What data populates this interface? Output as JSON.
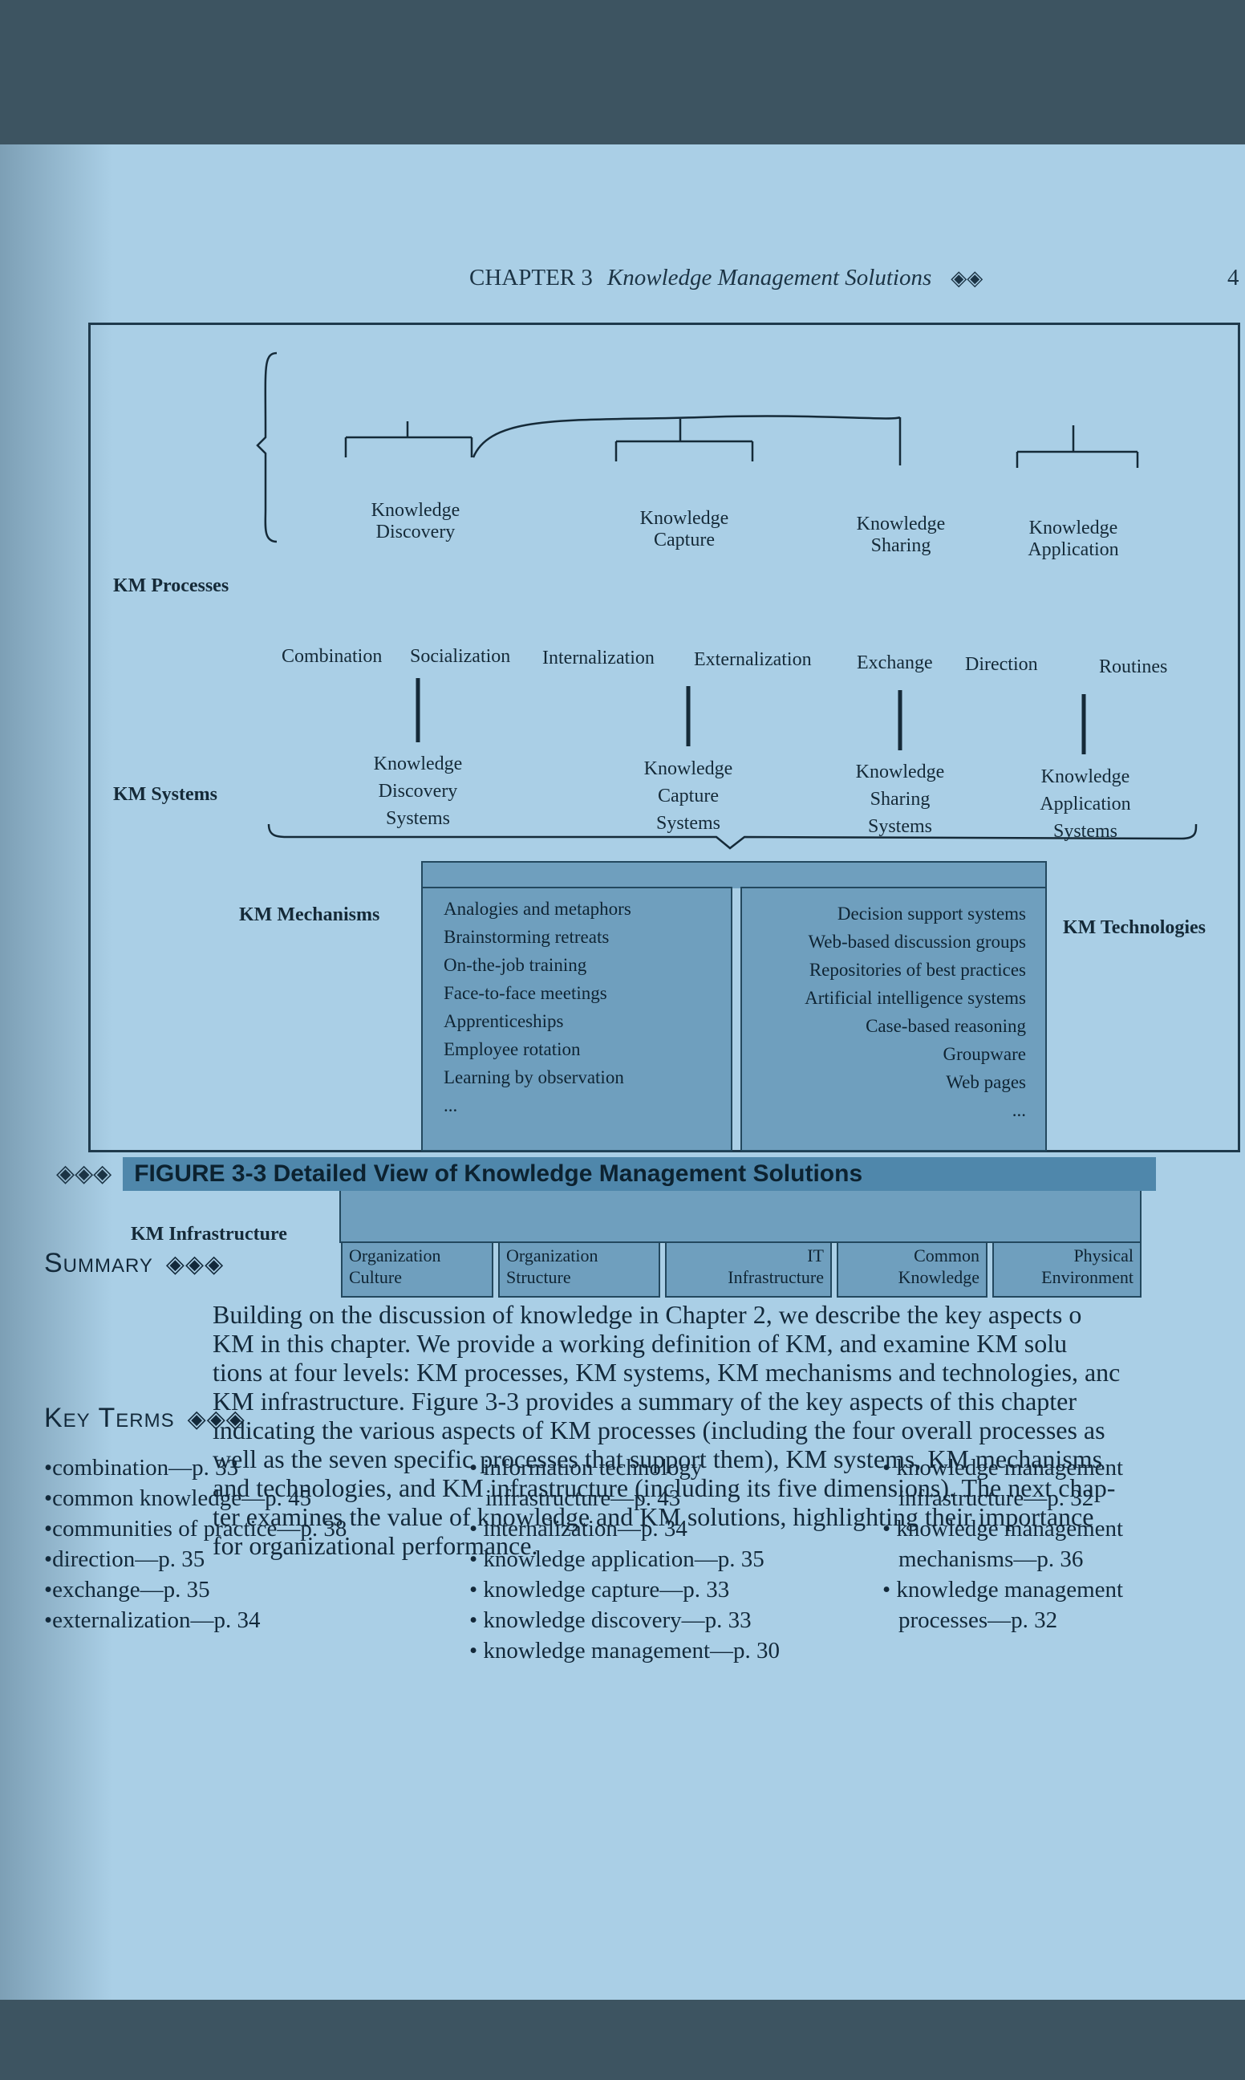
{
  "header": {
    "chapter": "CHAPTER 3",
    "title": "Knowledge Management Solutions",
    "ornament": "◈◈",
    "page_number": "4"
  },
  "figure": {
    "levels": {
      "processes": "KM Processes",
      "systems": "KM Systems",
      "mechanisms": "KM Mechanisms",
      "technologies": "KM Technologies",
      "infrastructure": "KM Infrastructure"
    },
    "overall_processes": [
      {
        "line1": "Knowledge",
        "line2": "Discovery"
      },
      {
        "line1": "Knowledge",
        "line2": "Capture"
      },
      {
        "line1": "Knowledge",
        "line2": "Sharing"
      },
      {
        "line1": "Knowledge",
        "line2": "Application"
      }
    ],
    "sub_processes": [
      "Combination",
      "Socialization",
      "Internalization",
      "Externalization",
      "Exchange",
      "Direction",
      "Routines"
    ],
    "systems": [
      {
        "line1": "Knowledge",
        "line2": "Discovery",
        "line3": "Systems"
      },
      {
        "line1": "Knowledge",
        "line2": "Capture",
        "line3": "Systems"
      },
      {
        "line1": "Knowledge",
        "line2": "Sharing",
        "line3": "Systems"
      },
      {
        "line1": "Knowledge",
        "line2": "Application",
        "line3": "Systems"
      }
    ],
    "mechanisms": [
      "Analogies and metaphors",
      "Brainstorming retreats",
      "On-the-job training",
      "Face-to-face meetings",
      "Apprenticeships",
      "Employee rotation",
      "Learning by observation",
      "..."
    ],
    "technologies": [
      "Decision support systems",
      "Web-based discussion groups",
      "Repositories of best practices",
      "Artificial intelligence systems",
      "Case-based reasoning",
      "Groupware",
      "Web pages",
      "..."
    ],
    "infrastructure": [
      {
        "line1": "Organization",
        "line2": "Culture"
      },
      {
        "line1": "Organization",
        "line2": "Structure"
      },
      {
        "line1": "IT",
        "line2": "Infrastructure"
      },
      {
        "line1": "Common",
        "line2": "Knowledge"
      },
      {
        "line1": "Physical",
        "line2": "Environment"
      }
    ]
  },
  "caption": {
    "ornament": "◈◈◈",
    "text": "FIGURE 3-3 Detailed View of Knowledge Management Solutions"
  },
  "summary": {
    "heading": "Summary",
    "ornament": "◈◈◈",
    "text": "Building on the discussion of knowledge in Chapter 2, we describe the key aspects o\nKM in this chapter. We provide a working definition of KM, and examine KM solu\ntions at four levels: KM processes, KM systems, KM mechanisms and technologies, anc\nKM infrastructure. Figure 3-3 provides a summary of the key aspects of this chapter\nindicating the various aspects of KM processes (including the four overall processes as\nwell as the seven specific processes that support them), KM systems, KM mechanisms\nand technologies, and KM infrastructure (including its five dimensions). The next chap-\nter examines the value of knowledge and KM solutions, highlighting their importance\nfor organizational performance."
  },
  "key_terms": {
    "heading": "Key Terms",
    "ornament": "◈◈◈",
    "col1": [
      "•combination—p. 33",
      "•common knowledge—p. 45",
      "•communities of practice—p. 38",
      "•direction—p. 35",
      "•exchange—p. 35",
      "•externalization—p. 34"
    ],
    "col2": [
      "• information technology",
      "infrastructure—p. 43",
      "• internalization—p. 34",
      "• knowledge application—p. 35",
      "• knowledge capture—p. 33",
      "• knowledge discovery—p. 33",
      "• knowledge management—p. 30"
    ],
    "col3": [
      "• knowledge management",
      "infrastructure—p. 32",
      "• knowledge management",
      "mechanisms—p. 36",
      "• knowledge management",
      "processes—p. 32"
    ]
  },
  "colors": {
    "page": "#aacfe6",
    "box_fill": "#6f9fbe",
    "ink": "#13293a"
  }
}
